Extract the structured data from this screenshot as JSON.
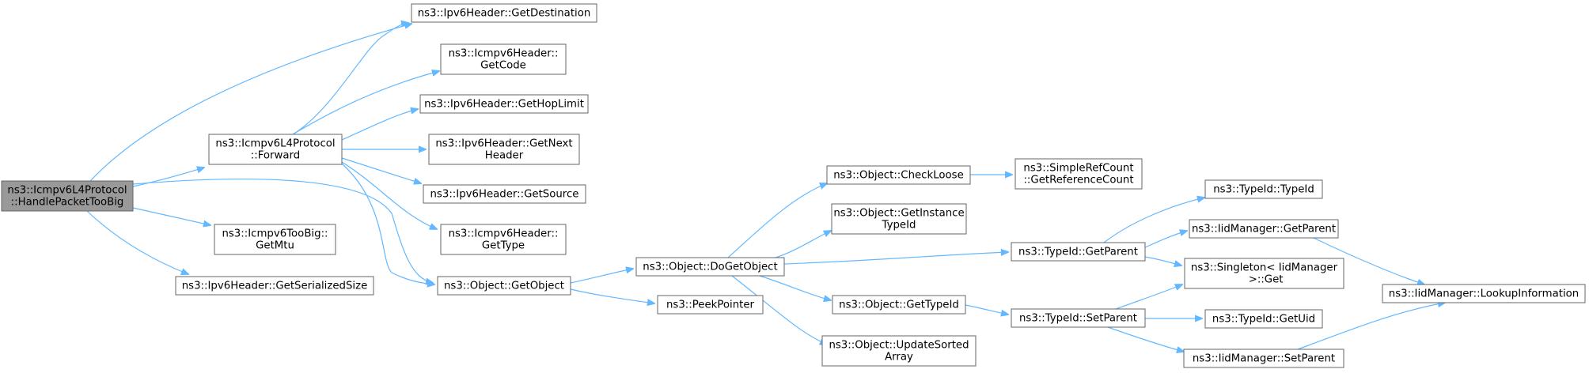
{
  "graph": {
    "nodes": [
      {
        "id": "root",
        "lines": [
          "ns3::Icmpv6L4Protocol",
          "::HandlePacketTooBig"
        ],
        "highlight": true
      },
      {
        "id": "forward",
        "lines": [
          "ns3::Icmpv6L4Protocol",
          "::Forward"
        ]
      },
      {
        "id": "getmtu",
        "lines": [
          "ns3::Icmpv6TooBig::",
          "GetMtu"
        ]
      },
      {
        "id": "getserializedsize",
        "lines": [
          "ns3::Ipv6Header::GetSerializedSize"
        ]
      },
      {
        "id": "getdestination",
        "lines": [
          "ns3::Ipv6Header::GetDestination"
        ]
      },
      {
        "id": "getcode",
        "lines": [
          "ns3::Icmpv6Header::",
          "GetCode"
        ]
      },
      {
        "id": "gethoplimit",
        "lines": [
          "ns3::Ipv6Header::GetHopLimit"
        ]
      },
      {
        "id": "getnextheader",
        "lines": [
          "ns3::Ipv6Header::GetNext",
          "Header"
        ]
      },
      {
        "id": "getsource",
        "lines": [
          "ns3::Ipv6Header::GetSource"
        ]
      },
      {
        "id": "gettype",
        "lines": [
          "ns3::Icmpv6Header::",
          "GetType"
        ]
      },
      {
        "id": "getobject",
        "lines": [
          "ns3::Object::GetObject"
        ]
      },
      {
        "id": "dogetobject",
        "lines": [
          "ns3::Object::DoGetObject"
        ]
      },
      {
        "id": "peekpointer",
        "lines": [
          "ns3::PeekPointer"
        ]
      },
      {
        "id": "checkloose",
        "lines": [
          "ns3::Object::CheckLoose"
        ]
      },
      {
        "id": "getinstancetypeid",
        "lines": [
          "ns3::Object::GetInstance",
          "TypeId"
        ]
      },
      {
        "id": "gettypeid",
        "lines": [
          "ns3::Object::GetTypeId"
        ]
      },
      {
        "id": "updatesortedarray",
        "lines": [
          "ns3::Object::UpdateSorted",
          "Array"
        ]
      },
      {
        "id": "getreferencecount",
        "lines": [
          "ns3::SimpleRefCount",
          "::GetReferenceCount"
        ]
      },
      {
        "id": "typeid_getparent",
        "lines": [
          "ns3::TypeId::GetParent"
        ]
      },
      {
        "id": "typeid_setparent",
        "lines": [
          "ns3::TypeId::SetParent"
        ]
      },
      {
        "id": "typeid_typeid",
        "lines": [
          "ns3::TypeId::TypeId"
        ]
      },
      {
        "id": "iid_getparent",
        "lines": [
          "ns3::IidManager::GetParent"
        ]
      },
      {
        "id": "singleton_get",
        "lines": [
          "ns3::Singleton< IidManager",
          " >::Get"
        ]
      },
      {
        "id": "typeid_getuid",
        "lines": [
          "ns3::TypeId::GetUid"
        ]
      },
      {
        "id": "iid_setparent",
        "lines": [
          "ns3::IidManager::SetParent"
        ]
      },
      {
        "id": "lookupinformation",
        "lines": [
          "ns3::IidManager::LookupInformation"
        ]
      }
    ],
    "edges": [
      [
        "root",
        "getdestination"
      ],
      [
        "root",
        "forward"
      ],
      [
        "root",
        "getobject"
      ],
      [
        "root",
        "getmtu"
      ],
      [
        "root",
        "getserializedsize"
      ],
      [
        "forward",
        "getdestination"
      ],
      [
        "forward",
        "getcode"
      ],
      [
        "forward",
        "gethoplimit"
      ],
      [
        "forward",
        "getnextheader"
      ],
      [
        "forward",
        "getsource"
      ],
      [
        "forward",
        "gettype"
      ],
      [
        "forward",
        "getobject"
      ],
      [
        "getobject",
        "dogetobject"
      ],
      [
        "getobject",
        "peekpointer"
      ],
      [
        "dogetobject",
        "checkloose"
      ],
      [
        "dogetobject",
        "getinstancetypeid"
      ],
      [
        "dogetobject",
        "typeid_getparent"
      ],
      [
        "dogetobject",
        "gettypeid"
      ],
      [
        "dogetobject",
        "updatesortedarray"
      ],
      [
        "checkloose",
        "getreferencecount"
      ],
      [
        "gettypeid",
        "typeid_setparent"
      ],
      [
        "typeid_getparent",
        "typeid_typeid"
      ],
      [
        "typeid_getparent",
        "iid_getparent"
      ],
      [
        "typeid_getparent",
        "singleton_get"
      ],
      [
        "typeid_setparent",
        "singleton_get"
      ],
      [
        "typeid_setparent",
        "typeid_getuid"
      ],
      [
        "typeid_setparent",
        "iid_setparent"
      ],
      [
        "iid_getparent",
        "lookupinformation"
      ],
      [
        "iid_setparent",
        "lookupinformation"
      ]
    ],
    "colors": {
      "edge": "#63b8ff",
      "node_border": "#666666",
      "node_fill": "#ffffff",
      "highlight_fill": "#999999",
      "text": "#000000"
    }
  }
}
